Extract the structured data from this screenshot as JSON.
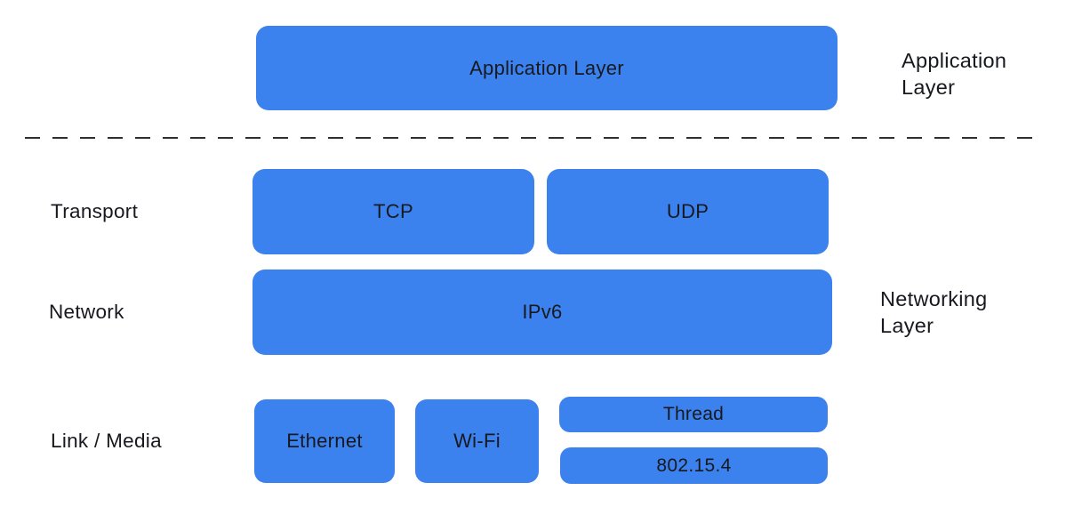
{
  "colors": {
    "accent_blue": "#3c82ee",
    "text_dark": "#17191e",
    "divider_dark": "#2f2f2f",
    "background": "#ffffff"
  },
  "layers": {
    "application": {
      "box_label": "Application Layer",
      "side_label": "Application\nLayer"
    },
    "transport": {
      "row_label": "Transport",
      "tcp_label": "TCP",
      "udp_label": "UDP"
    },
    "network": {
      "row_label": "Network",
      "ipv6_label": "IPv6",
      "side_label": "Networking\nLayer"
    },
    "link_media": {
      "row_label": "Link / Media",
      "ethernet_label": "Ethernet",
      "wifi_label": "Wi-Fi",
      "thread_label": "Thread",
      "ieee_802_15_4_label": "802.15.4"
    }
  }
}
